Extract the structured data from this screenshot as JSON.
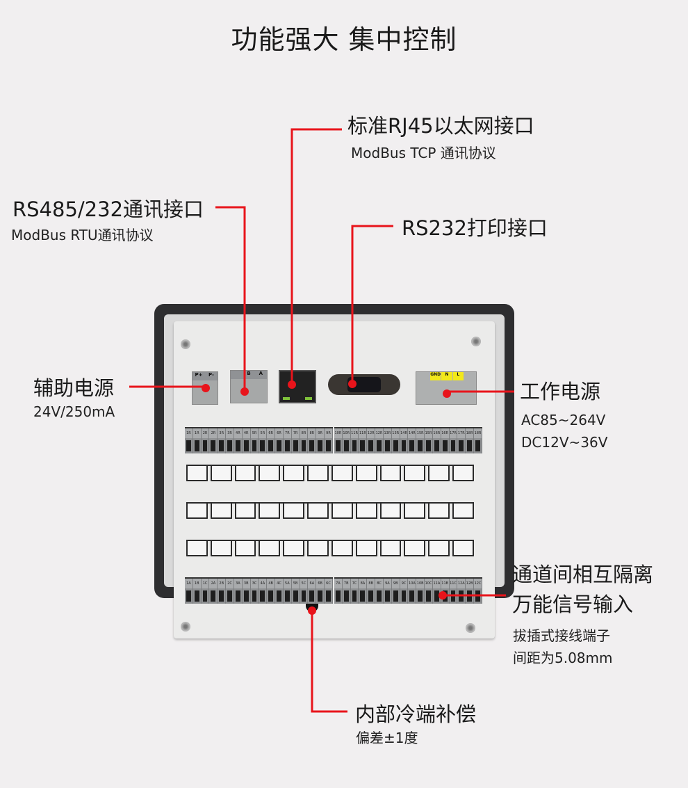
{
  "title": "功能强大 集中控制",
  "callouts": {
    "rj45": {
      "title": "标准RJ45以太网接口",
      "sub": "ModBus TCP 通讯协议"
    },
    "rs485": {
      "title": "RS485/232通讯接口",
      "sub": "ModBus RTU通讯协议"
    },
    "rs232": {
      "title": "RS232打印接口"
    },
    "aux_power": {
      "title": "辅助电源",
      "sub": "24V/250mA"
    },
    "main_power": {
      "title": "工作电源",
      "sub1": "AC85~264V",
      "sub2": "DC12V~36V"
    },
    "inputs": {
      "title1": "通道间相互隔离",
      "title2": "万能信号输入",
      "sub1": "拔插式接线端子",
      "sub2": "间距为5.08mm"
    },
    "cjc": {
      "title": "内部冷端补偿",
      "sub": "偏差±1度"
    }
  },
  "device": {
    "aux_labels": [
      "P+",
      "P-"
    ],
    "rs485_labels": [
      "",
      "B",
      "A"
    ],
    "power_labels": [
      "GND",
      "N",
      "L"
    ],
    "power_label_color": "#f2e81a",
    "top_terminals_left": [
      "1R",
      "1R",
      "2R",
      "2R",
      "3R",
      "3R",
      "4R",
      "4R",
      "5R",
      "5R",
      "6R",
      "6R",
      "7R",
      "7R",
      "8R",
      "8R",
      "9R",
      "9R"
    ],
    "top_terminals_right": [
      "10R",
      "10R",
      "11R",
      "11R",
      "12R",
      "12R",
      "13R",
      "13R",
      "14R",
      "14R",
      "15R",
      "15R",
      "16R",
      "16R",
      "17R",
      "17R",
      "18R",
      "18R"
    ],
    "bottom_terminals_left": [
      "1A",
      "1B",
      "1C",
      "2A",
      "2B",
      "2C",
      "3A",
      "3B",
      "3C",
      "4A",
      "4B",
      "4C",
      "5A",
      "5B",
      "5C",
      "6A",
      "6B",
      "6C"
    ],
    "bottom_terminals_right": [
      "7A",
      "7B",
      "7C",
      "8A",
      "8B",
      "8C",
      "9A",
      "9B",
      "9C",
      "10A",
      "10B",
      "10C",
      "11A",
      "11B",
      "11C",
      "12A",
      "12B",
      "12C"
    ]
  },
  "colors": {
    "accent": "#e8141b",
    "background": "#f1eff0"
  }
}
